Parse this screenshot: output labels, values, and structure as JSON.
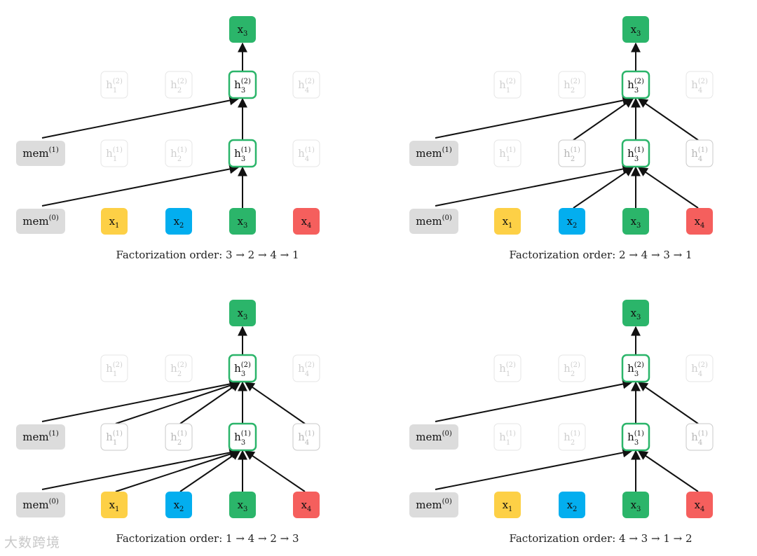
{
  "colors": {
    "yellow": "#FDD046",
    "blue": "#03AEEF",
    "green": "#2BB56A",
    "red": "#F55F5D",
    "gray": "#DCDCDC",
    "faint": "#D8D8D8",
    "highlight_border": "#2BB56A"
  },
  "panels": [
    {
      "caption": "Factorization order: 3 → 2 → 4 → 1",
      "mem_top": "mem",
      "mem_top_sup": "(1)",
      "mem_bottom": "mem",
      "mem_bottom_sup": "(0)",
      "visible_inputs": [],
      "visible_hidden1": []
    },
    {
      "caption": "Factorization order: 2 → 4 → 3 → 1",
      "mem_top": "mem",
      "mem_top_sup": "(1)",
      "mem_bottom": "mem",
      "mem_bottom_sup": "(0)",
      "visible_inputs": [
        2,
        4
      ],
      "visible_hidden1": [
        2,
        4
      ]
    },
    {
      "caption": "Factorization order: 1 → 4 → 2 → 3",
      "mem_top": "mem",
      "mem_top_sup": "(1)",
      "mem_bottom": "mem",
      "mem_bottom_sup": "(0)",
      "visible_inputs": [
        1,
        2,
        4
      ],
      "visible_hidden1": [
        1,
        2,
        4
      ]
    },
    {
      "caption": "Factorization order: 4 → 3 → 1 → 2",
      "mem_top": "mem",
      "mem_top_sup": "(0)",
      "mem_bottom": "mem",
      "mem_bottom_sup": "(0)",
      "visible_inputs": [
        4
      ],
      "visible_hidden1": [
        4
      ]
    }
  ],
  "labels": {
    "x": "x",
    "h": "h",
    "layer1": "(1)",
    "layer2": "(2)"
  },
  "watermark": "大数跨境"
}
